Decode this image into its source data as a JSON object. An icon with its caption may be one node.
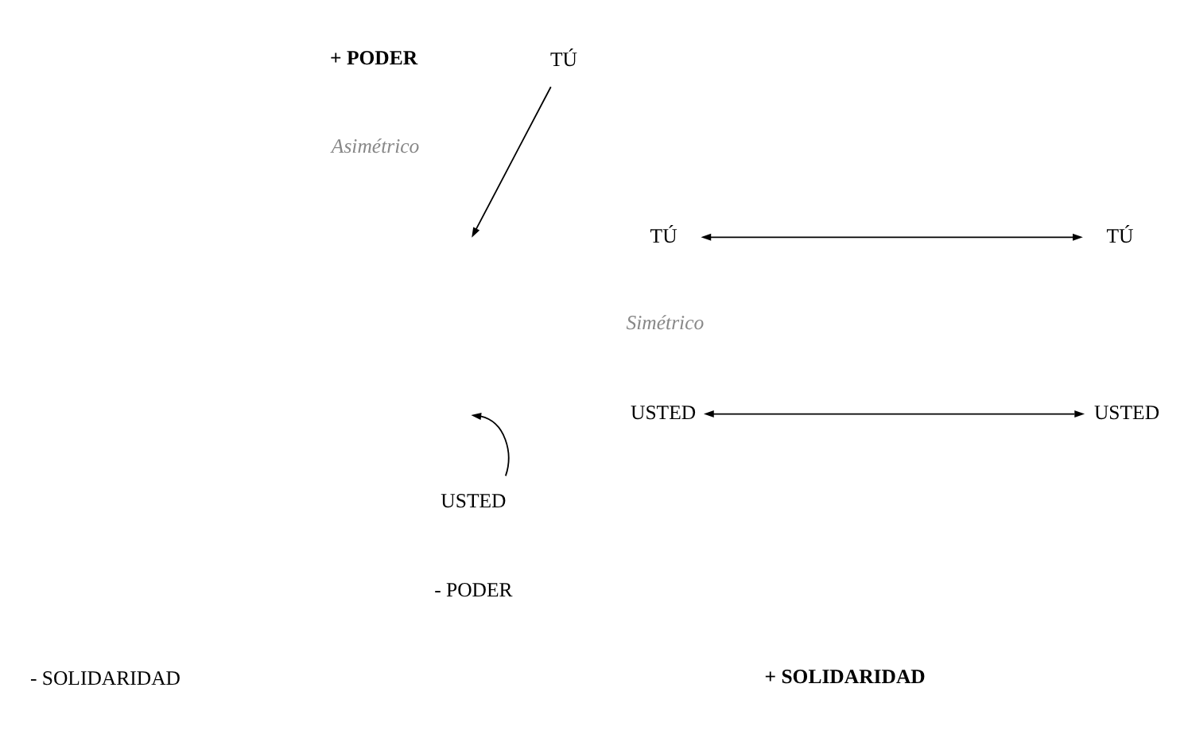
{
  "diagram": {
    "nodes": [
      {
        "text": [
          "TÚ"
        ]
      },
      {
        "text": [
          "TÚ"
        ]
      },
      {
        "text": [
          "TÚ"
        ]
      },
      {
        "text": [
          "USTED"
        ]
      },
      {
        "text": [
          "USTED"
        ]
      },
      {
        "text": [
          "USTED"
        ]
      }
    ],
    "edges": [
      {
        "from": 0,
        "to": null,
        "arrow": "to"
      },
      {
        "from": 1,
        "to": 2,
        "arrow": "both"
      },
      {
        "from": 3,
        "to": 4,
        "arrow": "both"
      },
      {
        "from": 5,
        "to": null,
        "arrow": "to"
      }
    ],
    "labels": [
      "+ PODER",
      "Asimétrico",
      "Simétrico",
      "- PODER",
      "- SOLIDARIDAD",
      "+ SOLIDARIDAD"
    ]
  }
}
